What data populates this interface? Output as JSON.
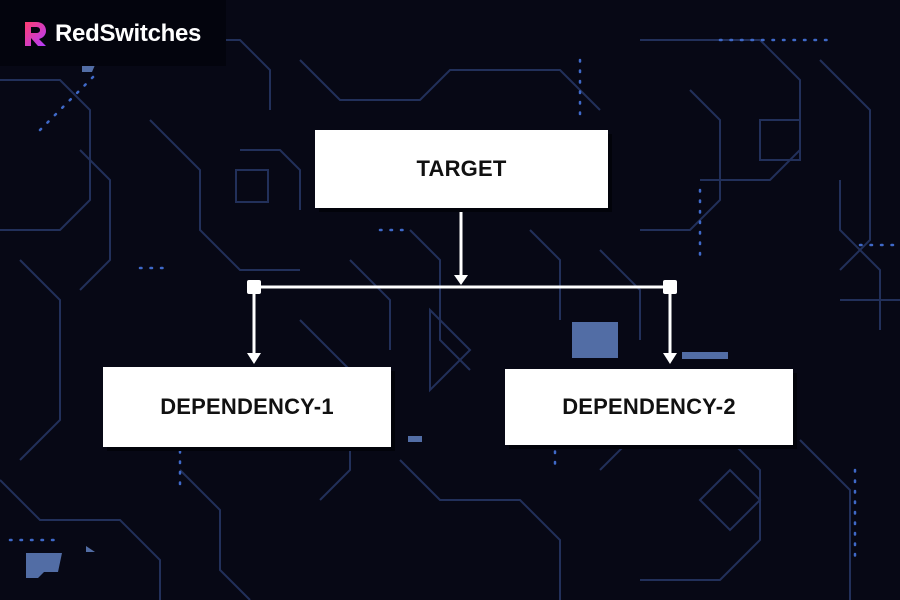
{
  "brand": {
    "name": "RedSwitches"
  },
  "diagram": {
    "target_label": "TARGET",
    "dependency1_label": "DEPENDENCY-1",
    "dependency2_label": "DEPENDENCY-2"
  },
  "colors": {
    "background": "#070815",
    "circuit_line": "#22305a",
    "circuit_dot": "#3f69c8",
    "node_fill": "#ffffff",
    "connector": "#ffffff",
    "brand_gradient_start": "#ff3d6e",
    "brand_gradient_end": "#b23cff"
  }
}
